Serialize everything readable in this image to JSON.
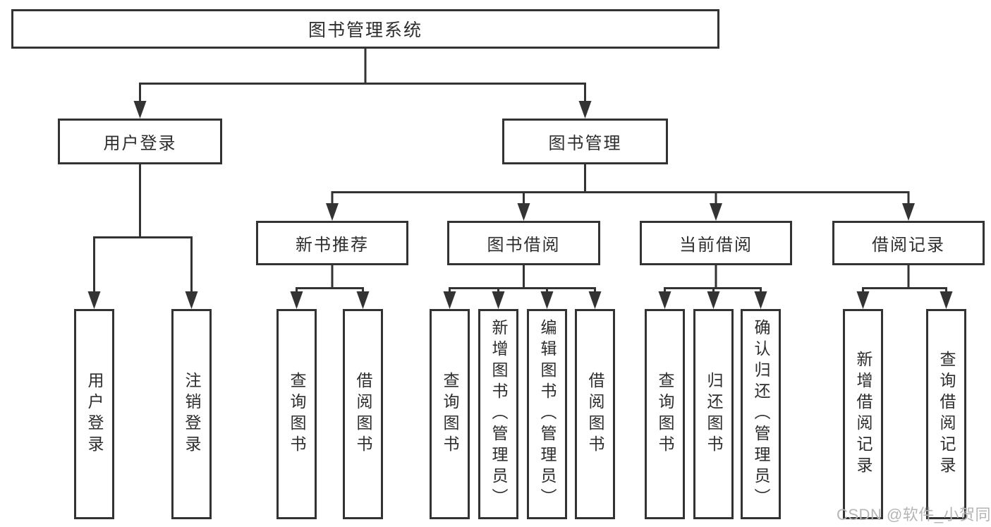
{
  "tree": {
    "root": {
      "label": "图书管理系统"
    },
    "branches": [
      {
        "label": "用户登录",
        "leaves": [
          {
            "label": "用户登录"
          },
          {
            "label": "注销登录"
          }
        ]
      },
      {
        "label": "图书管理",
        "groups": [
          {
            "label": "新书推荐",
            "leaves": [
              {
                "label": "查询图书"
              },
              {
                "label": "借阅图书"
              }
            ]
          },
          {
            "label": "图书借阅",
            "leaves": [
              {
                "label": "查询图书"
              },
              {
                "label": "新增图书（管理员）"
              },
              {
                "label": "编辑图书（管理员）"
              },
              {
                "label": "借阅图书"
              }
            ]
          },
          {
            "label": "当前借阅",
            "leaves": [
              {
                "label": "查询图书"
              },
              {
                "label": "归还图书"
              },
              {
                "label": "确认归还（管理员）"
              }
            ]
          },
          {
            "label": "借阅记录",
            "leaves": [
              {
                "label": "新增借阅记录"
              },
              {
                "label": "查询借阅记录"
              }
            ]
          }
        ]
      }
    ]
  },
  "watermark": {
    "text": "CSDN @软件_小贺同学"
  },
  "colors": {
    "line": "#333333",
    "text": "#2d2d2d",
    "watermark": "#b5b5b5",
    "background": "#ffffff"
  }
}
